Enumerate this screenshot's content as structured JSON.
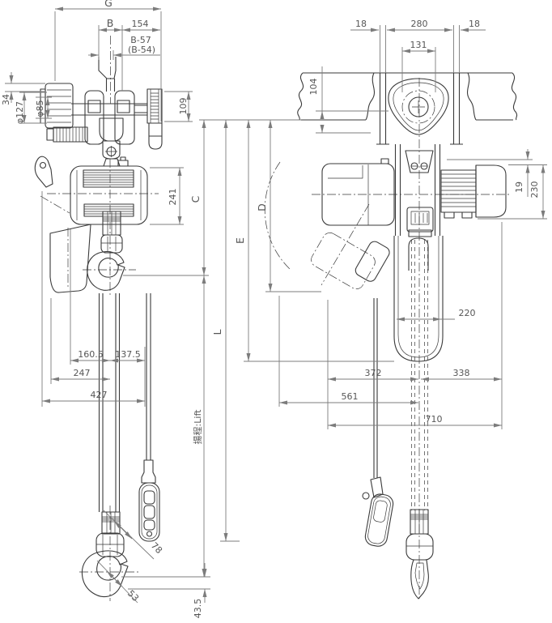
{
  "views": {
    "left": {
      "dims": {
        "g": "G",
        "b": "B",
        "n154": "154",
        "b57": "B-57",
        "b54": "(B-54)",
        "n34": "34",
        "dia127": "φ127",
        "dia85": "φ85",
        "n109": "109",
        "n241": "241",
        "n160_5": "160.5",
        "n137_5": "137.5",
        "n247": "247",
        "n427": "427",
        "n78": "78",
        "n53": "53",
        "n43_5": "43.5"
      }
    },
    "shared": {
      "dims": {
        "c": "C",
        "l": "L",
        "e": "E",
        "d": "D"
      },
      "lift_label": "揚程:Lift"
    },
    "right": {
      "dims": {
        "n18_left": "18",
        "n280": "280",
        "n18_right": "18",
        "n131": "131",
        "n104": "104",
        "n19": "19",
        "n230": "230",
        "n220": "220",
        "n372": "372",
        "n338": "338",
        "n561": "561",
        "n710": "710"
      }
    }
  }
}
